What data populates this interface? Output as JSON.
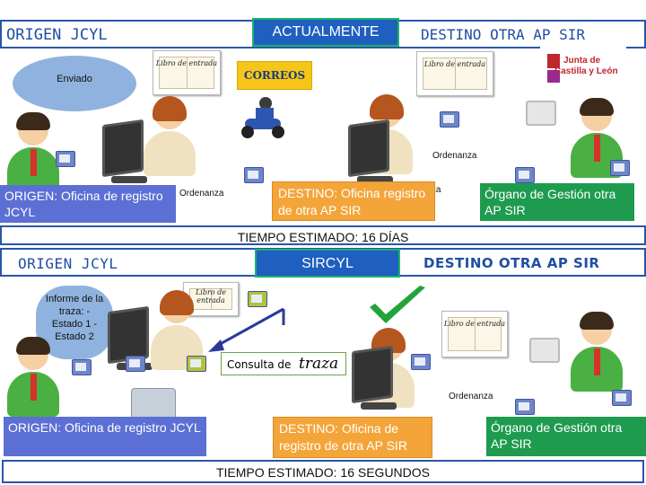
{
  "top": {
    "origin_label": "ORIGEN JCYL",
    "center_label": "ACTUALMENTE",
    "dest_label": "DESTINO OTRA AP SIR",
    "bubble_text": "Enviado",
    "book_left": "Libro de entrada",
    "book_right": "Libro de entrada",
    "correos_label": "CORREOS",
    "ordenanza": "Ordenanza",
    "origin_box": "ORIGEN: Oficina de registro JCYL",
    "dest_box": "DESTINO: Oficina registro de otra AP SIR",
    "organ_box": "Órgano de Gestión otra AP SIR",
    "time": "TIEMPO ESTIMADO: 16 DÍAS",
    "logo_line1": "Junta de",
    "logo_line2": "Castilla y León"
  },
  "bottom": {
    "origin_label": "ORIGEN JCYL",
    "center_label": "SIRCYL",
    "dest_label": "DESTINO OTRA AP SIR",
    "bubble_text": "Informe de la traza: -Estado 1 -Estado 2",
    "consulta_prefix": "Consulta de",
    "consulta_word": "traza",
    "book_left": "Libro de entrada",
    "book_right": "Libro de entrada",
    "ordenanza": "Ordenanza",
    "origin_box": "ORIGEN: Oficina de registro JCYL",
    "dest_box": "DESTINO: Oficina de registro de otra AP SIR",
    "organ_box": "Órgano de Gestión otra AP SIR",
    "time": "TIEMPO ESTIMADO: 16 SEGUNDOS"
  },
  "colors": {
    "header_text": "#1f4ea3",
    "center_box": "#1f5fbf",
    "origin_box": "#5c6fd4",
    "dest_box": "#f4a53a",
    "organ_box": "#1e9b4f"
  }
}
